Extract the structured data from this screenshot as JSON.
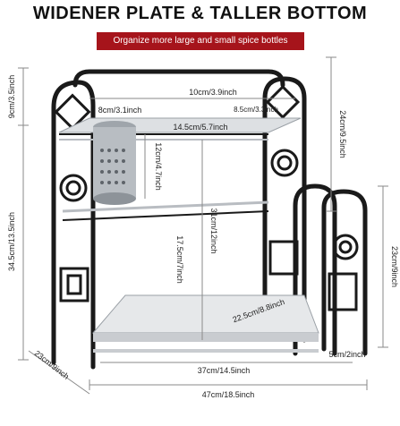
{
  "title": "WIDENER PLATE & TALLER BOTTOM",
  "banner": "Organize more large and small spice bottles",
  "colors": {
    "banner_bg": "#a6141b",
    "frame": "#1a1a1a",
    "steel": "#c9ccd0",
    "dim_line": "#8a8a8a"
  },
  "dimensions": {
    "top_height": "9cm/3.5inch",
    "total_height_left": "34.5cm/13.5inch",
    "depth": "23cm/9inch",
    "top_shelf_width": "10cm/3.9inch",
    "cup_diameter": "8cm/3.1inch",
    "top_shelf_depth": "14.5cm/5.7inch",
    "cup_height": "12cm/4.7inch",
    "upper_height": "24cm/9.5inch",
    "middle_height": "31cm/12inch",
    "lower_gap": "17.5cm/7inch",
    "side_rack_height": "23cm/9inch",
    "plate_depth": "22.5cm/8.8inch",
    "side_width": "5cm/2inch",
    "plate_width": "37cm/14.5inch",
    "total_width": "47cm/18.5inch",
    "small_label": "8.5cm/3.3inch"
  }
}
